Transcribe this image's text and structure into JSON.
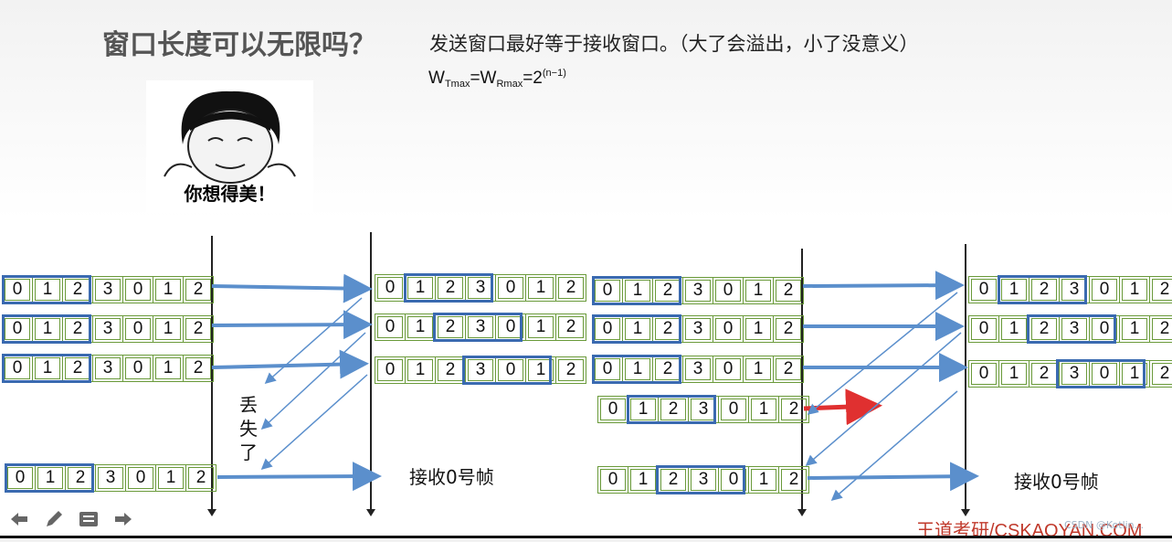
{
  "slide": {
    "title": "窗口长度可以无限吗？",
    "subtitle": "发送窗口最好等于接收窗口。（大了会溢出，小了没意义）",
    "formula": {
      "w1": "W",
      "s1": "Tmax",
      "eq1": "=W",
      "s2": "Rmax",
      "eq2": "=2",
      "exp": "(n−1)"
    },
    "meme_caption": "你想得美！",
    "lost_label": "丢失了",
    "left_receive_label": "接收0号帧",
    "right_receive_label": "接收0号帧",
    "brand": "王道考研/CSKAOYAN.COM",
    "watermark": "CSDN @Kotlin..."
  },
  "sequence": [
    "0",
    "1",
    "2",
    "3",
    "0",
    "1",
    "2"
  ],
  "colors": {
    "arrow": "#5b8fcc",
    "arrow_lost": "#e03030",
    "window_border": "#3a6ab0",
    "cell_border": "#6a9a3a",
    "brand": "#c0392b"
  },
  "toolbar": [
    {
      "icon": "arrow-left-icon"
    },
    {
      "icon": "pencil-icon"
    },
    {
      "icon": "menu-icon"
    },
    {
      "icon": "arrow-right-icon"
    }
  ]
}
